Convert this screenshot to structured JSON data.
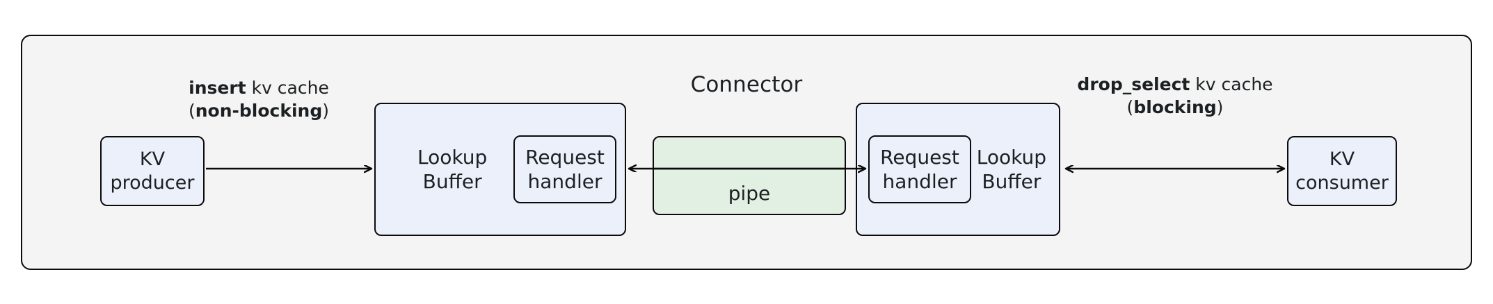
{
  "container": {
    "title": "Connector",
    "background": "#f4f4f4",
    "border_color": "#0b0b0b"
  },
  "colors": {
    "node_blue": "#ecf0fb",
    "node_green": "#e2f0e4",
    "stroke": "#0b0b0b",
    "text": "#1d2022",
    "page_background": "#ffffff"
  },
  "nodes": {
    "kv_producer": {
      "line1": "KV",
      "line2": "producer"
    },
    "kv_consumer": {
      "line1": "KV",
      "line2": "consumer"
    },
    "lookup_buffer_left": {
      "line1": "Lookup",
      "line2": "Buffer"
    },
    "lookup_buffer_right": {
      "line1": "Lookup",
      "line2": "Buffer"
    },
    "request_handler_left": {
      "line1": "Request",
      "line2": "handler"
    },
    "request_handler_right": {
      "line1": "Request",
      "line2": "handler"
    },
    "pipe": {
      "label": "pipe"
    }
  },
  "edges": {
    "insert": {
      "bold1": "insert",
      "plain1": " kv cache",
      "open_paren": "(",
      "bold2": "non-blocking",
      "close_paren": ")",
      "direction": "right"
    },
    "drop_select": {
      "bold1": "drop_select",
      "plain1": " kv cache",
      "open_paren": "(",
      "bold2": "blocking",
      "close_paren": ")",
      "direction": "bidirectional"
    },
    "pipe_to_left_buffer": {
      "direction": "left"
    },
    "pipe_to_right_buffer": {
      "direction": "right"
    }
  }
}
